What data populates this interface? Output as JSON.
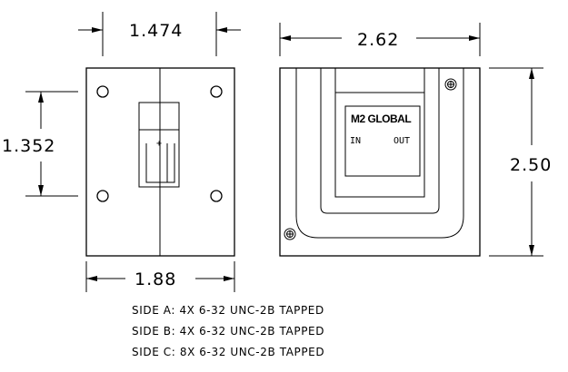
{
  "dimensions": {
    "top_width": "1.474",
    "left_height": "1.352",
    "bottom_width": "1.88",
    "right_top_width": "2.62",
    "right_height": "2.50"
  },
  "label_box": {
    "brand": "M2 GLOBAL",
    "in_label": "IN",
    "out_label": "OUT"
  },
  "notes": [
    "SIDE A: 4X 6-32 UNC-2B TAPPED",
    "SIDE B: 4X 6-32 UNC-2B TAPPED",
    "SIDE C: 8X 6-32 UNC-2B TAPPED"
  ],
  "center_mark": "+"
}
